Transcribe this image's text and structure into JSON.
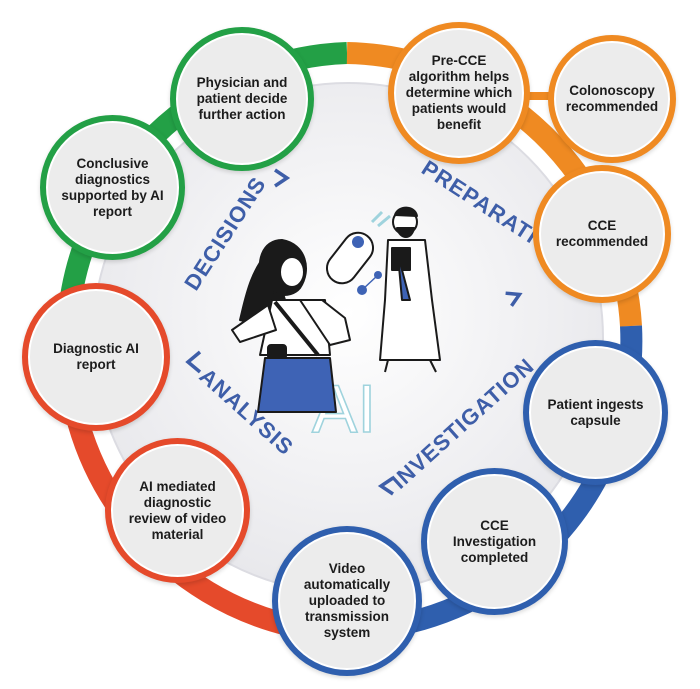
{
  "phases": {
    "preparation": "PREPARATION",
    "investigation": "INVESTIGATION",
    "analysis": "ANALYSIS",
    "decisions": "DECISIONS"
  },
  "center": {
    "ai_label": "AI"
  },
  "nodes": {
    "pre_cce": "Pre-CCE algorithm helps determine which patients would benefit",
    "colonoscopy": "Colonoscopy recommended",
    "cce_recommended": "CCE recommended",
    "patient_ingests": "Patient ingests capsule",
    "cce_completed": "CCE Investigation completed",
    "video_uploaded": "Video automatically uploaded to transmission system",
    "ai_review": "AI mediated diagnostic review of video material",
    "ai_report": "Diagnostic AI report",
    "conclusive": "Conclusive diagnostics supported by AI report",
    "physician": "Physician and patient decide further action"
  },
  "colors": {
    "decisions": "#23a046",
    "preparation": "#ef8a22",
    "investigation": "#2f5fae",
    "analysis": "#e54a2b",
    "phase_text": "#3e5ea8"
  }
}
